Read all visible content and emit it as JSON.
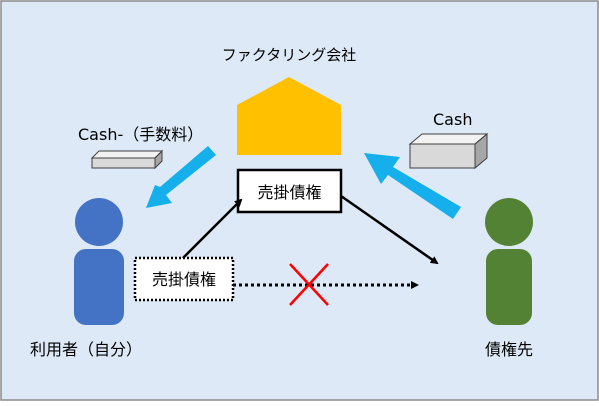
{
  "colors": {
    "background": "#dde9f6",
    "frame": "#8c8c8c",
    "company_house": "#ffc000",
    "user_blue": "#4472c4",
    "creditor_green": "#548235",
    "flow_arrow_blue": "#15b0eb",
    "cross_red": "#ff0000",
    "box_face": "#d9d9d9",
    "box_top": "#f2f2f2",
    "box_side": "#a6a6a6",
    "line_black": "#000000"
  },
  "labels": {
    "company": "ファクタリング会社",
    "cash_to_user": "Cash-（手数料）",
    "cash_from_company": "Cash",
    "receivable_center": "売掛債権",
    "receivable_left": "売掛債権",
    "user": "利用者（自分）",
    "creditor": "債権先"
  },
  "icons": {
    "company": "house-icon",
    "user": "person-icon",
    "creditor": "person-icon",
    "cash": "cash-box-icon",
    "blocked": "cross-icon"
  }
}
